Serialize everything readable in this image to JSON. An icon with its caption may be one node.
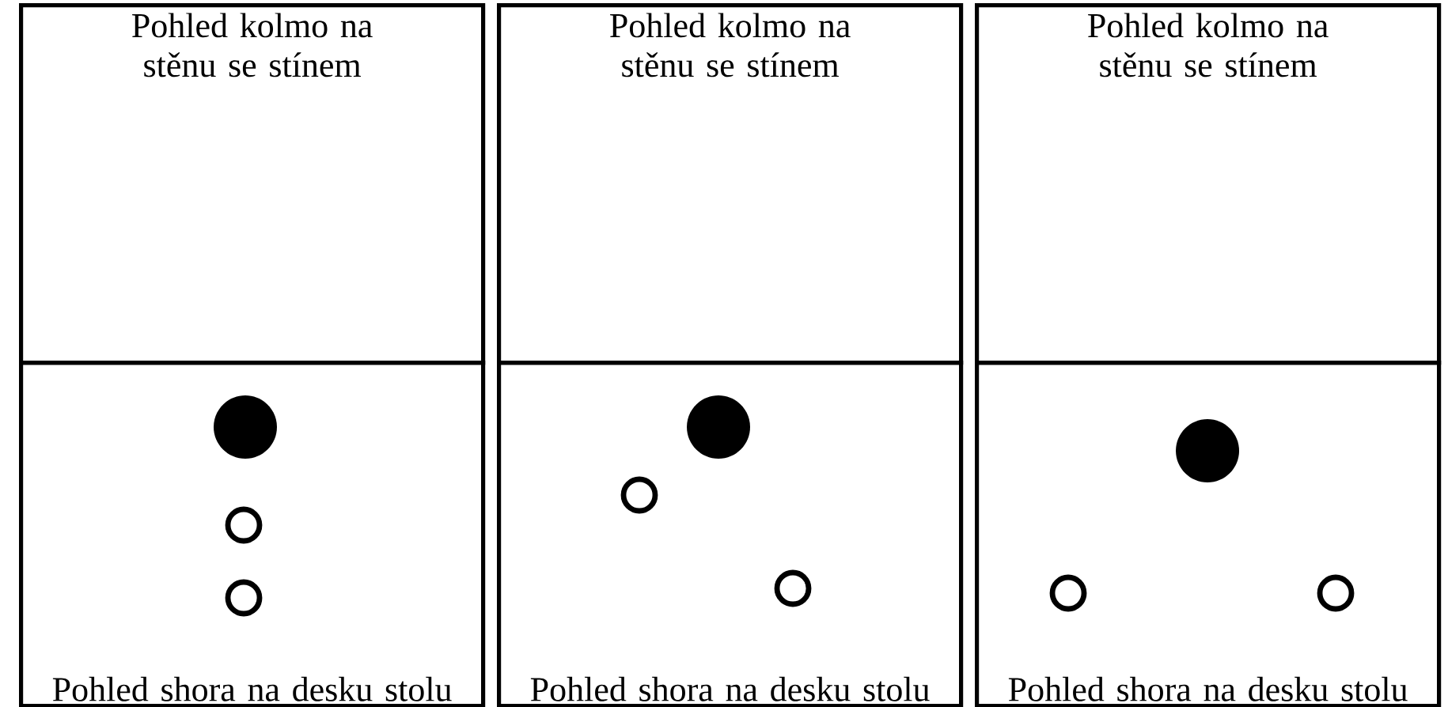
{
  "diagram": {
    "nodes": [
      {
        "text": [
          "Pohled kolmo na stěnu se stínem"
        ]
      },
      {
        "text": [
          "Pohled shora na desku stolu"
        ]
      },
      {
        "text": [],
        "shape": "circle",
        "in": 1
      },
      {
        "text": [],
        "shape": "circle",
        "in": 1
      },
      {
        "text": [],
        "shape": "circle",
        "in": 1
      },
      {
        "text": [
          "Pohled kolmo na stěnu se stínem"
        ]
      },
      {
        "text": [
          "Pohled shora na desku stolu"
        ]
      },
      {
        "text": [],
        "shape": "circle",
        "in": 6
      },
      {
        "text": [],
        "shape": "circle",
        "in": 6
      },
      {
        "text": [],
        "shape": "circle",
        "in": 6
      },
      {
        "text": [
          "Pohled kolmo na stěnu se stínem"
        ]
      },
      {
        "text": [
          "Pohled shora na desku stolu"
        ]
      },
      {
        "text": [],
        "shape": "circle",
        "in": 11
      },
      {
        "text": [],
        "shape": "circle",
        "in": 11
      },
      {
        "text": [],
        "shape": "circle",
        "in": 11
      }
    ]
  }
}
